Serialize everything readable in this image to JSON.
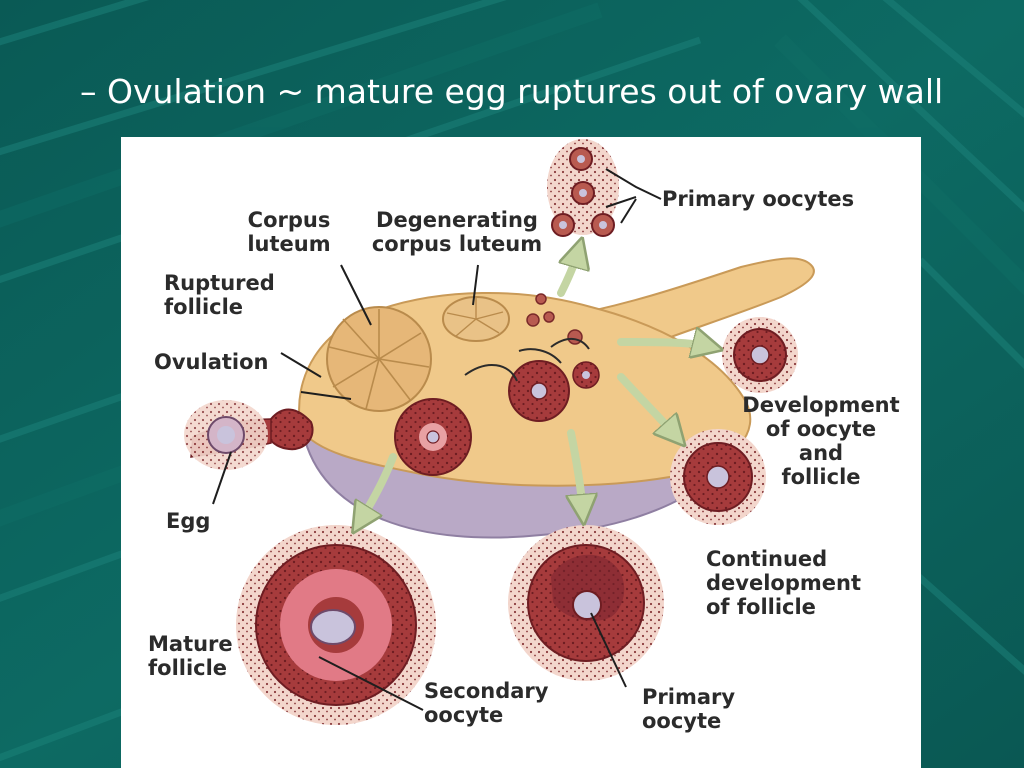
{
  "slide": {
    "title": "– Ovulation ~ mature egg ruptures out of ovary wall",
    "background_color": "#0b5f5a",
    "accent_color": "#127a72"
  },
  "diagram": {
    "labels": {
      "corpus_luteum": "Corpus\nluteum",
      "degenerating_corpus_luteum": "Degenerating\ncorpus luteum",
      "primary_oocytes": "Primary oocytes",
      "ruptured_follicle": "Ruptured\nfollicle",
      "ovulation": "Ovulation",
      "development": "Development\nof oocyte\nand\nfollicle",
      "egg": "Egg",
      "continued_development": "Continued\ndevelopment\nof follicle",
      "mature_follicle": "Mature\nfollicle",
      "secondary_oocyte": "Secondary\noocyte",
      "primary_oocyte": "Primary\noocyte"
    },
    "colors": {
      "follicle_red": "#9b2f35",
      "ovary_tissue": "#f0c98a",
      "ovary_body": "#b9a9c6",
      "arrow_green": "#c4d5a3",
      "oocyte_lilac": "#c9c3dc"
    }
  }
}
